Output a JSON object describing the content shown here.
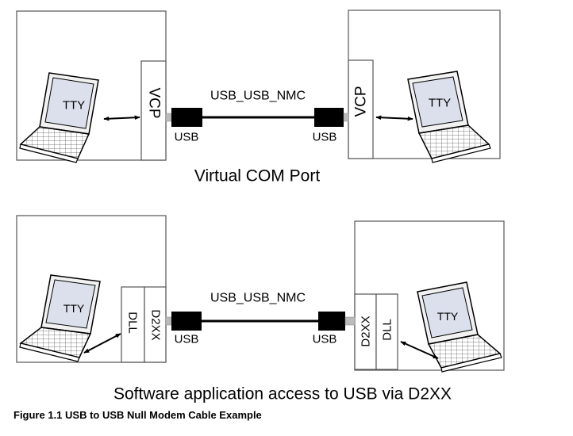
{
  "top": {
    "left_laptop_label": "TTY",
    "left_driver_label": "VCP",
    "cable_label": "USB_USB_NMC",
    "left_plug_label": "USB",
    "right_plug_label": "USB",
    "right_driver_label": "VCP",
    "right_laptop_label": "TTY",
    "subtitle": "Virtual COM Port"
  },
  "bottom": {
    "left_laptop_label": "TTY",
    "left_dll_label": "DLL",
    "left_d2xx_label": "D2XX",
    "cable_label": "USB_USB_NMC",
    "left_plug_label": "USB",
    "right_plug_label": "USB",
    "right_d2xx_label": "D2XX",
    "right_dll_label": "DLL",
    "right_laptop_label": "TTY",
    "subtitle": "Software application access to USB via D2XX"
  },
  "caption": "Figure 1.1 USB to USB Null Modem Cable Example"
}
